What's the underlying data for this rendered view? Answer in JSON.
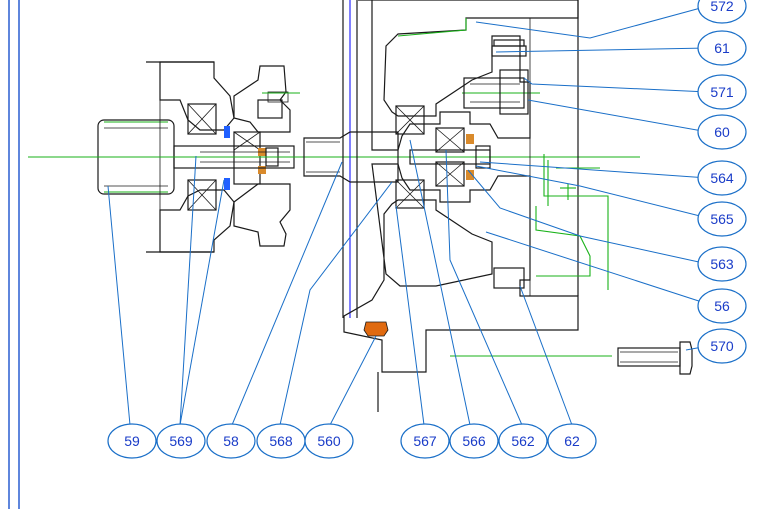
{
  "drawing": {
    "part_labels": {
      "p572": "572",
      "p61": "61",
      "p571": "571",
      "p60": "60",
      "p564": "564",
      "p565": "565",
      "p563": "563",
      "p56": "56",
      "p570": "570",
      "p59": "59",
      "p569": "569",
      "p58": "58",
      "p568": "568",
      "p560": "560",
      "p567": "567",
      "p566": "566",
      "p562": "562",
      "p62": "62"
    },
    "colors": {
      "leader": "#1a6fc8",
      "label_text": "#1a3cc8",
      "hatch": "#d98a2b",
      "gasket": "#e06a10",
      "centerline": "#19b219",
      "frame": "#2a5fd0"
    }
  }
}
